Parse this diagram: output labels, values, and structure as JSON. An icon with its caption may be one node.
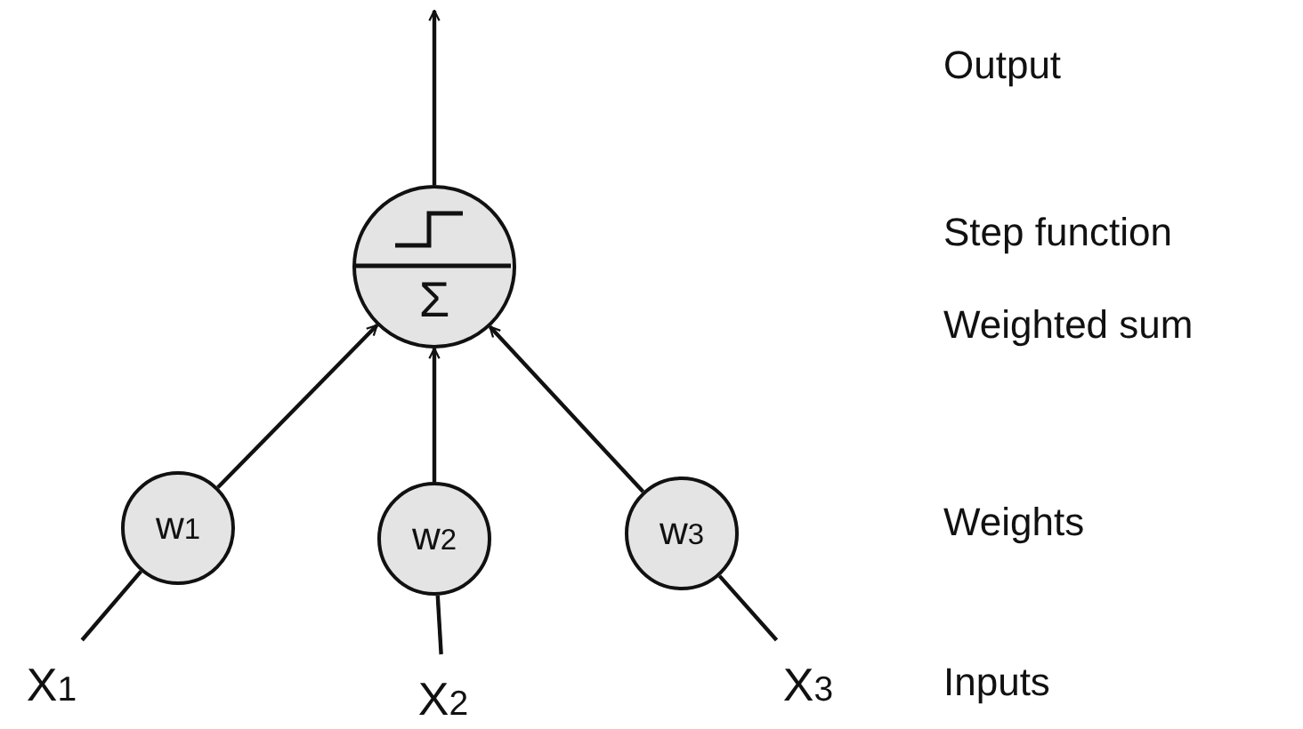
{
  "diagram": {
    "nodes": [
      {
        "text": [
          "Σ"
        ]
      },
      {
        "text": [
          "w$_{1}$"
        ]
      },
      {
        "text": [
          "w$_{2}$"
        ]
      },
      {
        "text": [
          "w$_{3}$"
        ]
      },
      {
        "text": [
          "X$_{1}$"
        ]
      },
      {
        "text": [
          "X$_{2}$"
        ]
      },
      {
        "text": [
          "X$_{3}$"
        ]
      }
    ],
    "edges": [
      {
        "from": 0,
        "to": null,
        "arrow": "to"
      },
      {
        "from": 1,
        "to": 0,
        "arrow": "to"
      },
      {
        "from": 2,
        "to": 0,
        "arrow": "to"
      },
      {
        "from": 3,
        "to": 0,
        "arrow": "to"
      },
      {
        "from": 4,
        "to": 1,
        "arrow": "none"
      },
      {
        "from": 5,
        "to": 2,
        "arrow": "none"
      },
      {
        "from": 6,
        "to": 3,
        "arrow": "none"
      }
    ],
    "labels": [
      "Output",
      "Step function",
      "Weighted sum",
      "Weights",
      "Inputs"
    ]
  }
}
